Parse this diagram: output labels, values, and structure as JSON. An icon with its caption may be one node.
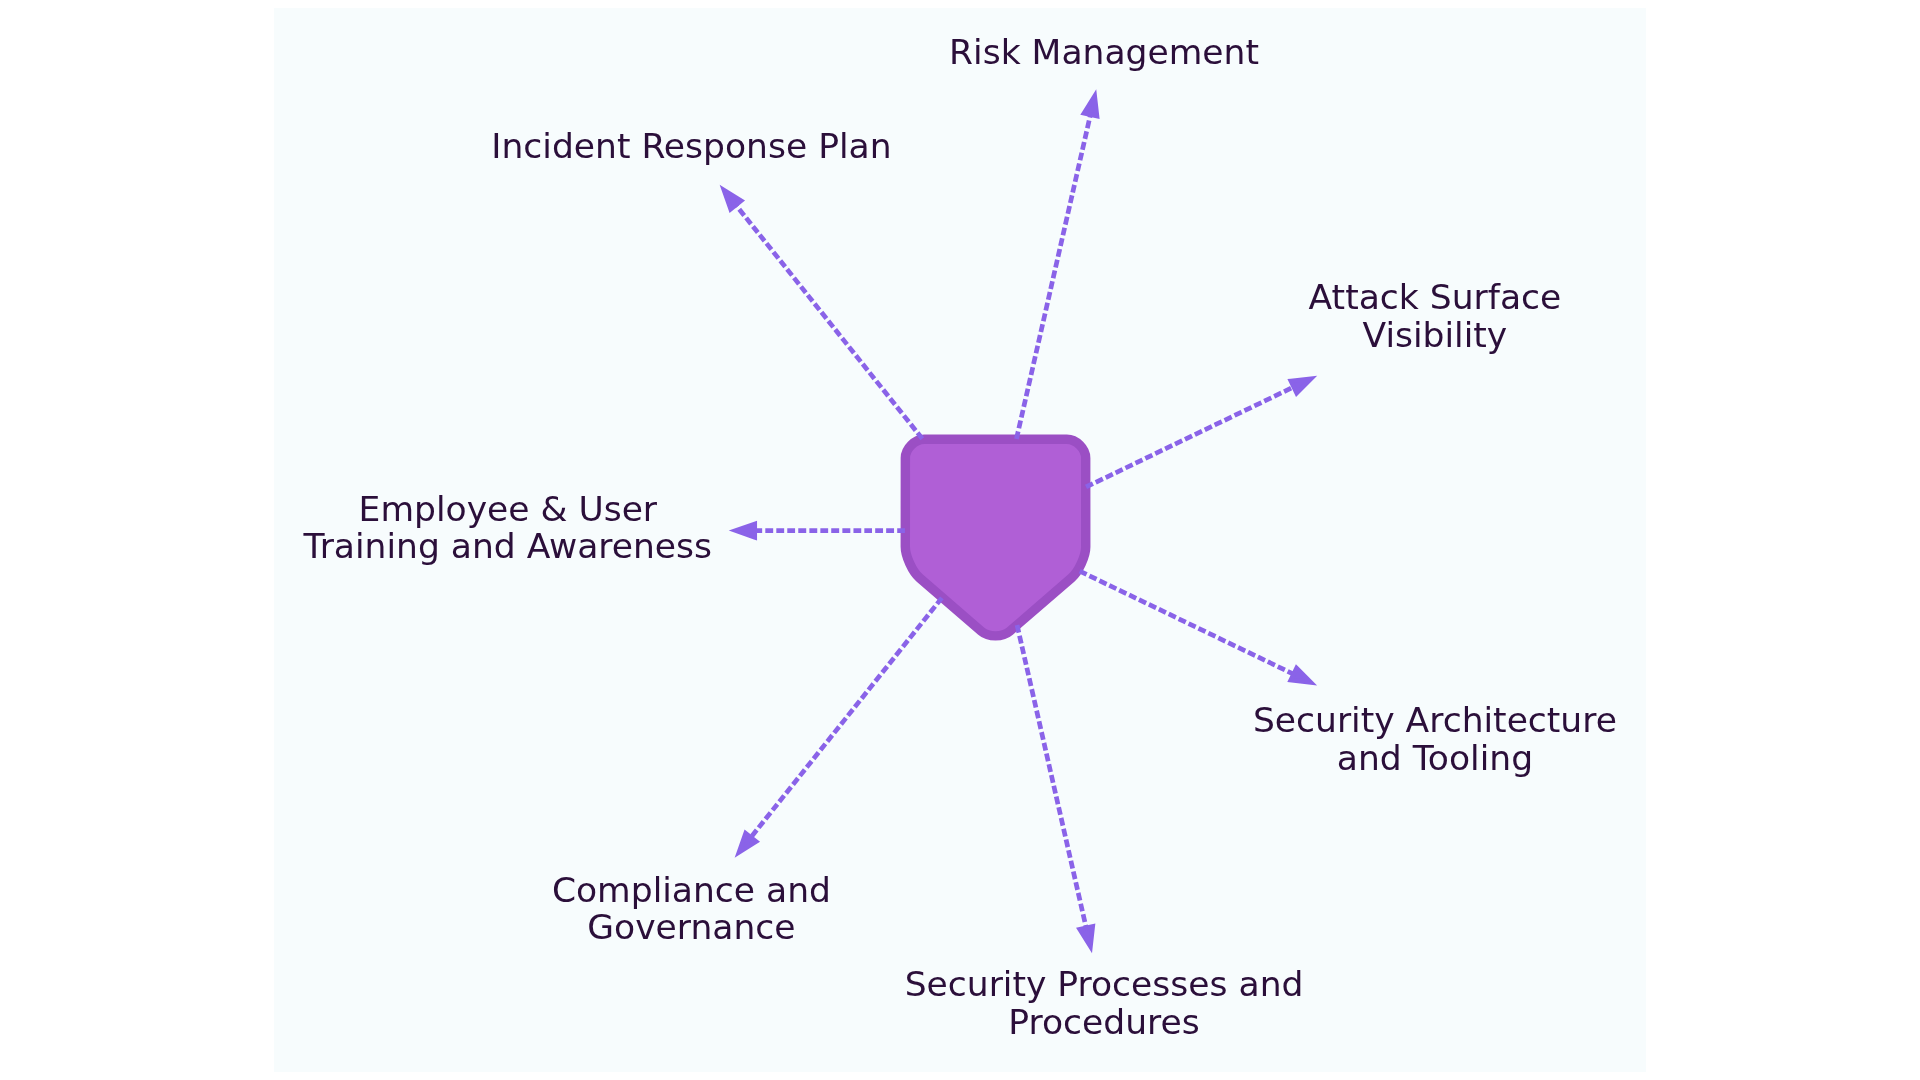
{
  "diagram": {
    "nodes": [
      {
        "text": [
          "Attack Surface Visibility"
        ]
      },
      {
        "text": [
          "Risk Management"
        ]
      },
      {
        "text": [
          "Incident Response Plan"
        ]
      },
      {
        "text": [],
        "shape": "shield"
      },
      {
        "text": [
          "Employee & User Training and Awareness"
        ]
      },
      {
        "text": [
          "Compliance and Governance"
        ]
      },
      {
        "text": [
          "Security Processes and Procedures"
        ]
      },
      {
        "text": [
          "Security Architecture and Tooling"
        ]
      }
    ],
    "edges": [
      {
        "from": 3,
        "to": 2,
        "arrow": "to",
        "style": "dashed"
      },
      {
        "from": 3,
        "to": 1,
        "arrow": "to",
        "style": "dashed"
      },
      {
        "from": 3,
        "to": 0,
        "arrow": "to",
        "style": "dashed"
      },
      {
        "from": 3,
        "to": 4,
        "arrow": "to",
        "style": "dashed"
      },
      {
        "from": 3,
        "to": 6,
        "arrow": "to",
        "style": "dashed"
      },
      {
        "from": 3,
        "to": 7,
        "arrow": "to",
        "style": "dashed"
      },
      {
        "from": 3,
        "to": 5,
        "arrow": "to",
        "style": "dashed"
      }
    ]
  }
}
